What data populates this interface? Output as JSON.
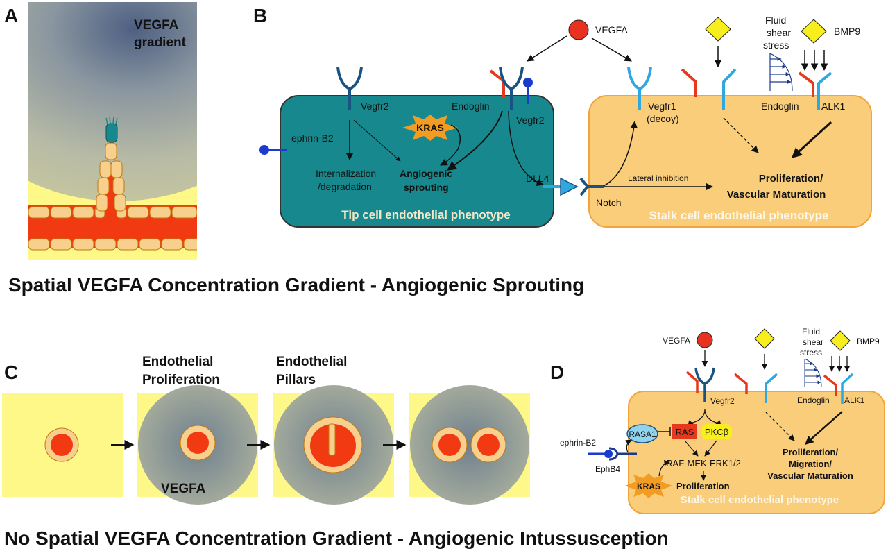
{
  "panel_a": {
    "letter": "A",
    "gradient_label_1": "VEGFA",
    "gradient_label_2": "gradient"
  },
  "panel_b": {
    "letter": "B",
    "vegfa": "VEGFA",
    "vegfr2_left": "Vegfr2",
    "endoglin_left": "Endoglin",
    "vegfr2_right": "Vegfr2",
    "kras": "KRAS",
    "ephrin": "ephrin-B2",
    "internalization_1": "Internalization",
    "internalization_2": "/degradation",
    "angiogenic_1": "Angiogenic",
    "angiogenic_2": "sprouting",
    "dll4": "DLL4",
    "notch": "Notch",
    "tip_cell": "Tip cell endothelial phenotype",
    "vegfr1_1": "Vegfr1",
    "vegfr1_2": "(decoy)",
    "fluid_1": "Fluid",
    "fluid_2": "shear",
    "fluid_3": "stress",
    "bmp9": "BMP9",
    "endoglin_stalk": "Endoglin",
    "alk1": "ALK1",
    "lateral": "Lateral inhibition",
    "prolif_1": "Proliferation/",
    "prolif_2": "Vascular Maturation",
    "stalk_cell": "Stalk cell endothelial phenotype"
  },
  "title_top": "Spatial VEGFA Concentration Gradient - Angiogenic Sprouting",
  "panel_c": {
    "letter": "C",
    "step2_1": "Endothelial",
    "step2_2": "Proliferation",
    "step3_1": "Endothelial",
    "step3_2": "Pillars",
    "vegfa": "VEGFA"
  },
  "panel_d": {
    "letter": "D",
    "vegfa": "VEGFA",
    "vegfr2": "Vegfr2",
    "fluid_1": "Fluid",
    "fluid_2": "shear",
    "fluid_3": "stress",
    "bmp9": "BMP9",
    "endoglin": "Endoglin",
    "alk1": "ALK1",
    "rasa1": "RASA1",
    "ras": "RAS",
    "pkcb": "PKCβ",
    "raf": "RAF-MEK-ERK1/2",
    "ephrin": "ephrin-B2",
    "ephb4": "EphB4",
    "kras": "KRAS",
    "proliferation": "Proliferation",
    "prolif_1": "Proliferation/",
    "prolif_2": "Migration/",
    "prolif_3": "Vascular Maturation",
    "stalk_cell": "Stalk cell endothelial phenotype"
  },
  "title_bottom": "No Spatial VEGFA Concentration Gradient - Angiogenic Intussusception",
  "colors": {
    "tip_cell": "#17898e",
    "stalk_cell": "#f9cd7a",
    "stalk_border": "#f2a33a",
    "vessel_red": "#f23a12",
    "endothelial": "#f8d08d",
    "yellow_bg": "#fdf888",
    "receptor_dark": "#1b5284",
    "receptor_light": "#2ea8df",
    "endoglin_red": "#e6381c",
    "kras_orange": "#f29c24",
    "diamond_yellow": "#f8ee1e"
  }
}
